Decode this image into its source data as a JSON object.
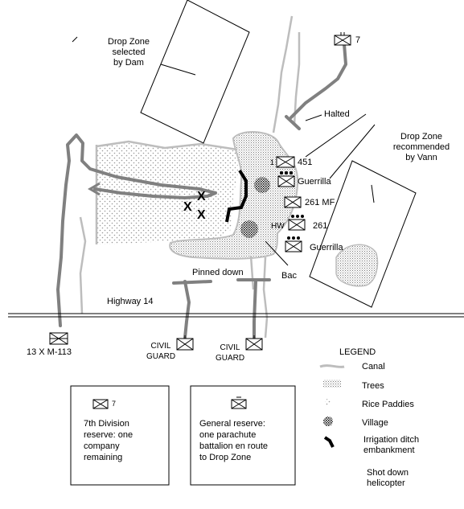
{
  "map": {
    "drop_zone_dam": [
      "Drop Zone",
      "selected",
      "by Dam"
    ],
    "drop_zone_vann": [
      "Drop Zone",
      "recommended",
      "by Vann"
    ],
    "halted": "Halted",
    "unit_451": "451",
    "unit_451_prefix": "1",
    "guerrilla_1": "Guerrilla",
    "unit_261mf": "261 MF",
    "unit_261_prefix": "HW",
    "unit_261": "261",
    "guerrilla_2": "Guerrilla",
    "bac": "Bac",
    "pinned_down": "Pinned down",
    "highway": "Highway 14",
    "m113": "13 X M-113",
    "civil_guard_1": [
      "CIVIL",
      "GUARD"
    ],
    "civil_guard_2": [
      "CIVIL",
      "GUARD"
    ],
    "seventh_marker": "7"
  },
  "legend": {
    "title": "LEGEND",
    "items": [
      {
        "label": "Canal",
        "icon": "canal"
      },
      {
        "label": "Trees",
        "icon": "trees"
      },
      {
        "label": "Rice Paddies",
        "icon": "rice-paddies"
      },
      {
        "label": "Village",
        "icon": "village"
      },
      {
        "label": "Irrigation ditch embankment",
        "lines": [
          "Irrigation ditch",
          "embankment"
        ],
        "icon": "ditch"
      },
      {
        "label": "Shot down helicopter",
        "lines": [
          "Shot down",
          "helicopter"
        ],
        "icon": "none"
      }
    ]
  },
  "reserves": {
    "seventh": {
      "marker": "7",
      "lines": [
        "7th Division",
        "reserve: one",
        "company",
        "remaining"
      ]
    },
    "general": {
      "lines": [
        "General reserve:",
        "one parachute",
        "battalion en route",
        "to Drop Zone"
      ]
    }
  },
  "colors": {
    "canal": "#bdbdbd",
    "route": "#808080",
    "ditch": "#000000",
    "dot": "#b0b0b0"
  }
}
